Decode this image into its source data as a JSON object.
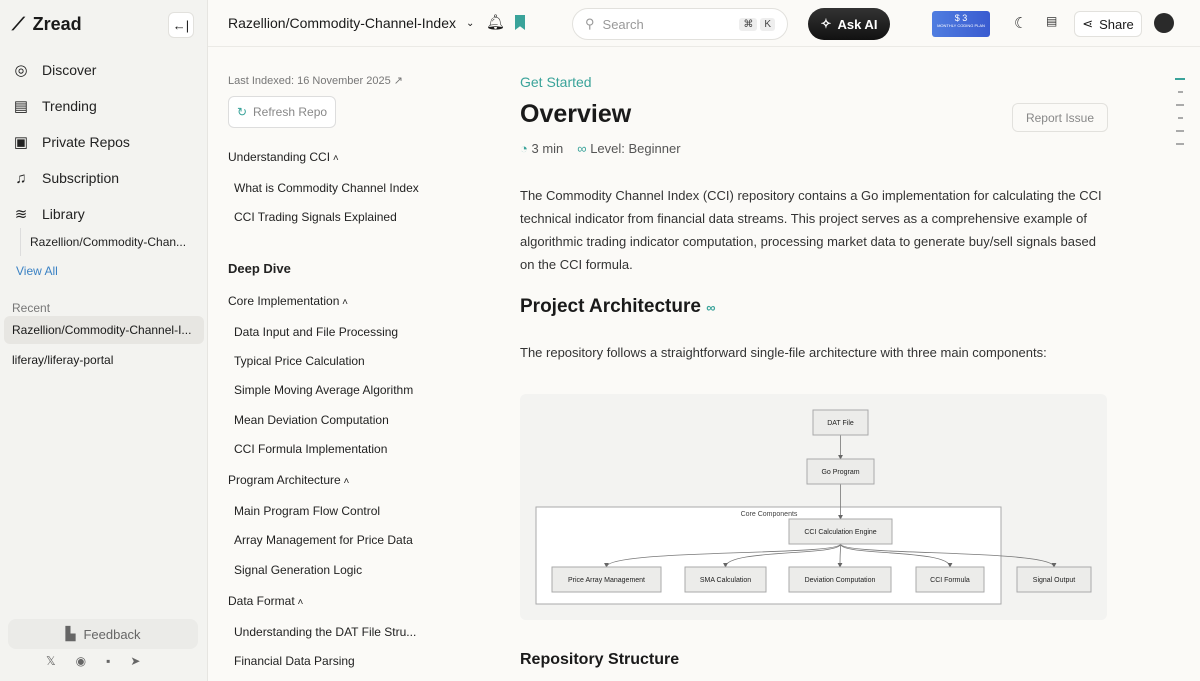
{
  "sidebar": {
    "brand": "Zread",
    "collapse_icon": "←|",
    "items": [
      {
        "label": "Discover",
        "icon": "compass-icon"
      },
      {
        "label": "Trending",
        "icon": "newspaper-icon"
      },
      {
        "label": "Private Repos",
        "icon": "book-icon"
      },
      {
        "label": "Subscription",
        "icon": "bell-icon"
      },
      {
        "label": "Library",
        "icon": "layers-icon"
      }
    ],
    "library_item": "Razellion/Commodity-Chan...",
    "view_all": "View All",
    "recent_heading": "Recent",
    "recent": [
      "Razellion/Commodity-Channel-I...",
      "liferay/liferay-portal"
    ],
    "feedback": "Feedback",
    "socials": [
      "x-icon",
      "discord-icon",
      "wechat-icon",
      "bird-icon"
    ]
  },
  "topbar": {
    "repo": "Razellion/Commodity-Channel-Index",
    "search_placeholder": "Search",
    "shortcut": [
      "⌘",
      "K"
    ],
    "ask_ai": "Ask AI",
    "promo_price": "$ 3",
    "promo_text": "MONTHLY CODING PLAN",
    "share": "Share",
    "accent": "#3aa39a"
  },
  "toc": {
    "last_indexed_label": "Last Indexed:",
    "last_indexed": "16 November 2025",
    "refresh": "Refresh Repo",
    "sections": [
      {
        "title": "Understanding CCI",
        "items": [
          "What is Commodity Channel Index",
          "CCI Trading Signals Explained"
        ]
      },
      {
        "heading": "Deep Dive"
      },
      {
        "title": "Core Implementation",
        "items": [
          "Data Input and File Processing",
          "Typical Price Calculation",
          "Simple Moving Average Algorithm",
          "Mean Deviation Computation",
          "CCI Formula Implementation"
        ]
      },
      {
        "title": "Program Architecture",
        "items": [
          "Main Program Flow Control",
          "Array Management for Price Data",
          "Signal Generation Logic"
        ]
      },
      {
        "title": "Data Format",
        "items": [
          "Understanding the DAT File Stru...",
          "Financial Data Parsing"
        ]
      }
    ]
  },
  "main": {
    "eyebrow": "Get Started",
    "title": "Overview",
    "report": "Report Issue",
    "read_time": "3 min",
    "level": "Level: Beginner",
    "intro": "The Commodity Channel Index (CCI) repository contains a Go implementation for calculating the CCI technical indicator from financial data streams. This project serves as a comprehensive example of algorithmic trading indicator computation, processing market data to generate buy/sell signals based on the CCI formula.",
    "h2": "Project Architecture",
    "arch_text": "The repository follows a straightforward single-file architecture with three main components:",
    "diagram": {
      "cluster": "Core Components",
      "nodes": [
        "DAT File",
        "Go Program",
        "CCI Calculation Engine",
        "Price Array Management",
        "SMA Calculation",
        "Deviation Computation",
        "CCI Formula",
        "Signal Output"
      ],
      "edges": [
        [
          "DAT File",
          "Go Program"
        ],
        [
          "Go Program",
          "CCI Calculation Engine"
        ],
        [
          "CCI Calculation Engine",
          "Price Array Management"
        ],
        [
          "CCI Calculation Engine",
          "SMA Calculation"
        ],
        [
          "CCI Calculation Engine",
          "Deviation Computation"
        ],
        [
          "CCI Calculation Engine",
          "CCI Formula"
        ],
        [
          "CCI Calculation Engine",
          "Signal Output"
        ]
      ]
    },
    "h3": "Repository Structure"
  }
}
